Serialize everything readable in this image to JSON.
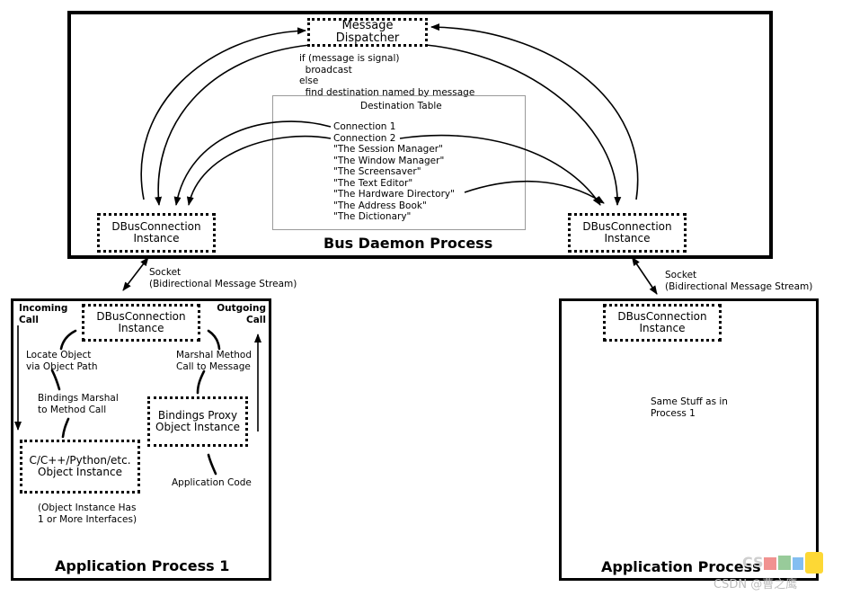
{
  "bus_daemon": {
    "title": "Bus Daemon Process",
    "dispatcher": "Message Dispatcher",
    "dispatch_rule": "if (message is signal)\n  broadcast\nelse\n  find destination named by message",
    "destination_table": {
      "title": "Destination Table",
      "entries": [
        "Connection 1",
        "Connection 2",
        "\"The Session Manager\"",
        "\"The Window Manager\"",
        "\"The Screensaver\"",
        "\"The Text Editor\"",
        "\"The Hardware Directory\"",
        "\"The Address Book\"",
        "\"The Dictionary\""
      ]
    },
    "left_connection": "DBusConnection\nInstance",
    "right_connection": "DBusConnection\nInstance"
  },
  "sockets": {
    "left": "Socket\n(Bidirectional Message Stream)",
    "right": "Socket\n(Bidirectional Message Stream)"
  },
  "app1": {
    "title": "Application Process 1",
    "incoming": "Incoming\nCall",
    "outgoing": "Outgoing\nCall",
    "connection": "DBusConnection\nInstance",
    "locate": "Locate Object\nvia Object Path",
    "marshal_method": "Marshal Method\nCall to Message",
    "bindings_marshal": "Bindings Marshal\nto Method Call",
    "proxy": "Bindings Proxy\nObject Instance",
    "object": "C/C++/Python/etc.\nObject Instance",
    "app_code": "Application Code",
    "interfaces_note": "(Object Instance Has\n1 or More Interfaces)"
  },
  "app2": {
    "title": "Application Process",
    "connection": "DBusConnection\nInstance",
    "same_stuff": "Same Stuff as in\nProcess 1"
  },
  "watermark": {
    "text": "CSDN @曹之鹰",
    "logo_letters": "CS",
    "colors": [
      "#e53935",
      "#43a047",
      "#1e88e5",
      "#fdd835"
    ]
  }
}
